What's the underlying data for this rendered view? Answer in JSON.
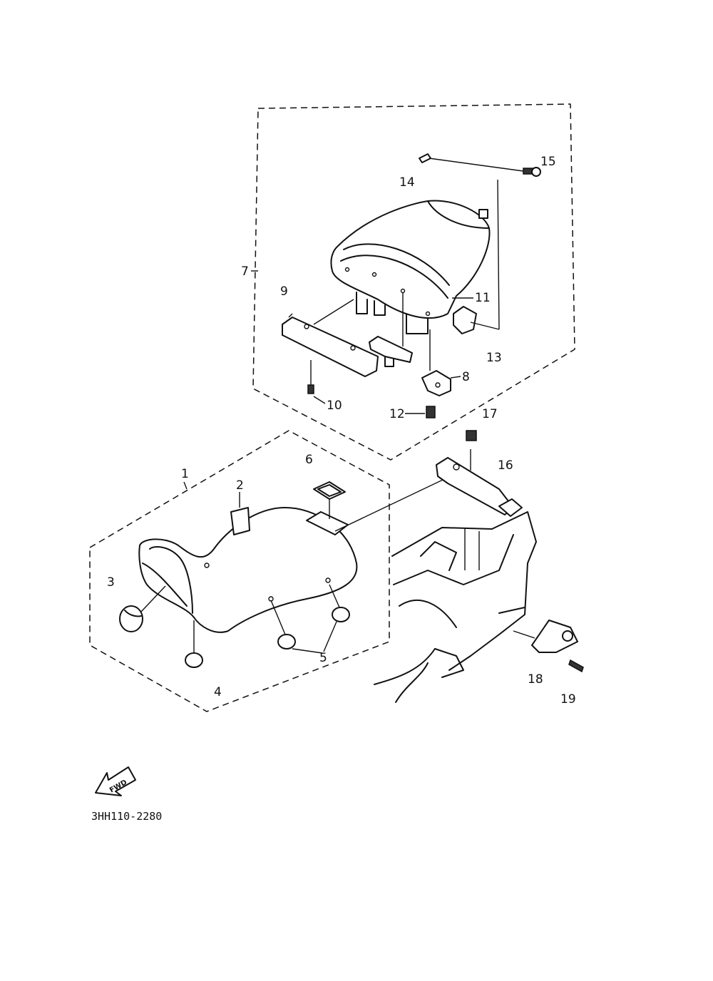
{
  "callouts": {
    "c1": "1",
    "c2": "2",
    "c3": "3",
    "c4": "4",
    "c5": "5",
    "c6": "6",
    "c7": "7",
    "c8": "8",
    "c9": "9",
    "c10": "10",
    "c11": "11",
    "c12": "12",
    "c13": "13",
    "c14": "14",
    "c15": "15",
    "c16": "16",
    "c17": "17",
    "c18": "18",
    "c19": "19"
  },
  "direction_arrow": {
    "label": "FWD"
  },
  "diagram_code": "3HH110-2280"
}
